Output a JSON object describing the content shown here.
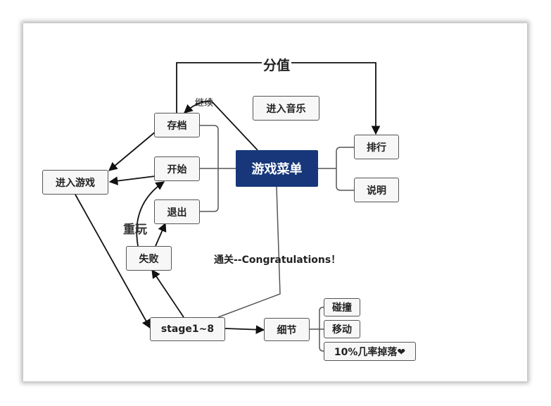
{
  "nodes": {
    "menu": "游戏菜单",
    "save": "存档",
    "start": "开始",
    "exit": "退出",
    "enter_game": "进入游戏",
    "fail": "失败",
    "stage": "stage1~8",
    "details": "细节",
    "collision": "碰撞",
    "move": "移动",
    "drop": "10%几率掉落❤",
    "ranking": "排行",
    "help": "说明",
    "music": "进入音乐"
  },
  "labels": {
    "score": "分值",
    "continue": "继续",
    "replay": "重玩",
    "clear": "通关--Congratulations！"
  }
}
